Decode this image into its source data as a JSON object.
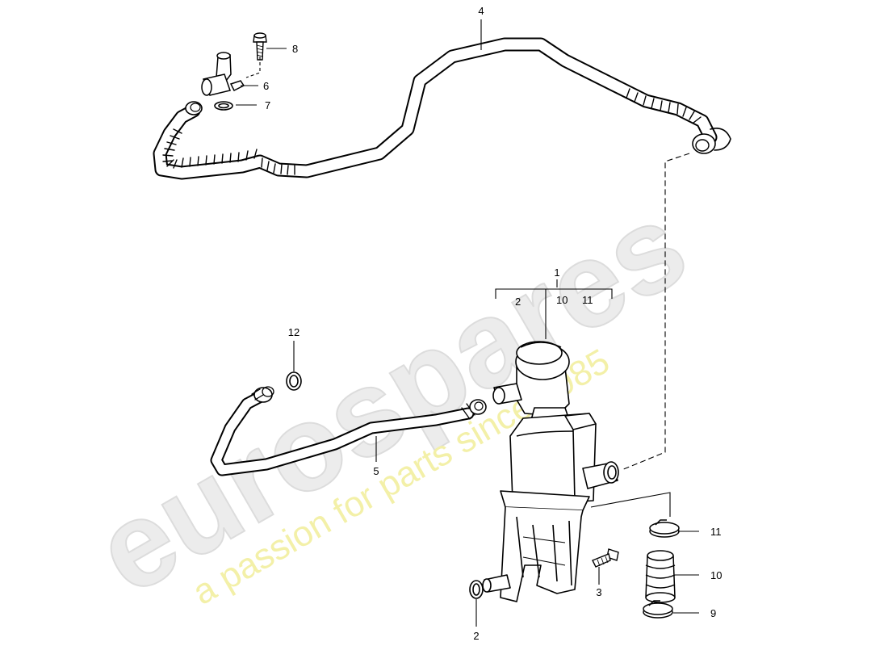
{
  "watermark": {
    "brand": "eurospares",
    "tagline": "a passion for parts since 1985"
  },
  "callouts": {
    "c1": "1",
    "c1_sub_a": "2",
    "c1_sub_b": "10",
    "c1_sub_c": "11",
    "c2": "2",
    "c3": "3",
    "c4": "4",
    "c5": "5",
    "c6": "6",
    "c7": "7",
    "c8": "8",
    "c9": "9",
    "c10": "10",
    "c11": "11",
    "c12": "12"
  }
}
